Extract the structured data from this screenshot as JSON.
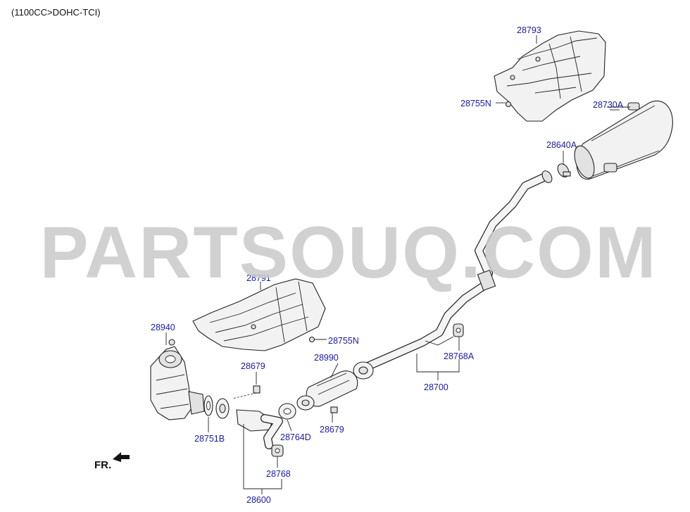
{
  "heading": "(1100CC>DOHC-TCI)",
  "watermark": "PARTSOUQ.COM",
  "direction_label": "FR.",
  "part_labels": {
    "p28793": "28793",
    "p28755N_top": "28755N",
    "p28730A": "28730A",
    "p28640A": "28640A",
    "p28791": "28791",
    "p28940": "28940",
    "p28755N_mid": "28755N",
    "p28679_a": "28679",
    "p28990": "28990",
    "p28768A": "28768A",
    "p28700": "28700",
    "p28751B": "28751B",
    "p28764D": "28764D",
    "p28679_b": "28679",
    "p28768": "28768",
    "p28600": "28600"
  },
  "colors": {
    "label": "#1a1aa8",
    "line": "#222222",
    "watermark": "#c9c9c9"
  },
  "icons": {
    "direction_arrow": "front-arrow-icon"
  }
}
